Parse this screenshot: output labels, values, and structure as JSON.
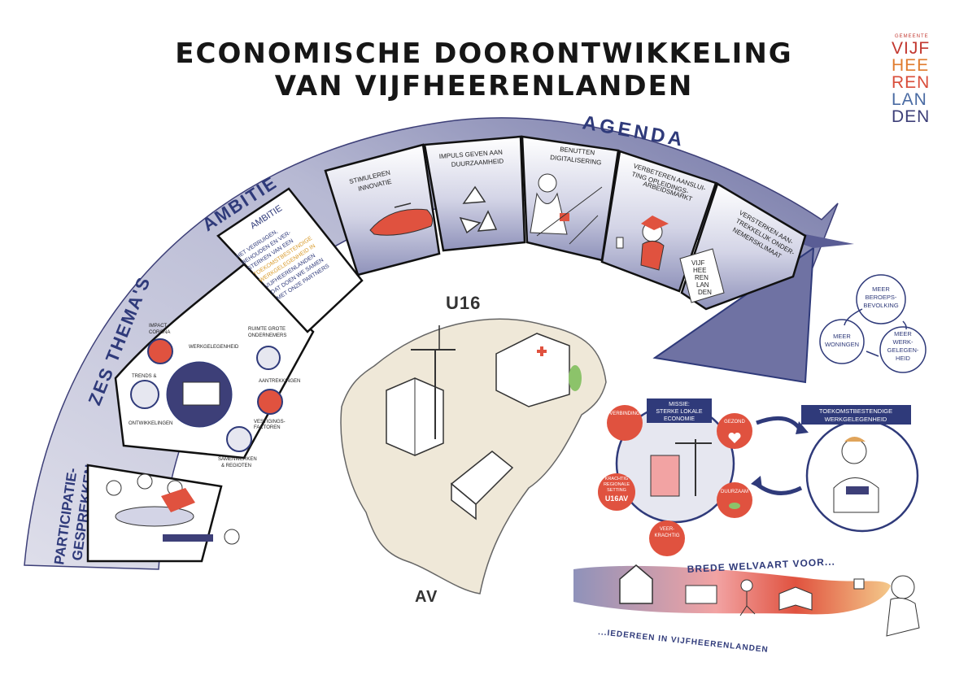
{
  "title": {
    "line1": "ECONOMISCHE DOORONTWIKKELING",
    "line2": "VAN VIJFHEERENLANDEN"
  },
  "logo": {
    "small": "GEMEENTE",
    "lines": [
      "VIJF",
      "HEE",
      "REN",
      "LAN",
      "DEN"
    ],
    "colors": [
      "#c2372f",
      "#e07b2d",
      "#d94d3a",
      "#4a6ba3",
      "#3d3f78"
    ]
  },
  "arc_labels": {
    "participatie": [
      "PARTICIPATIE-",
      "GESPREKKEN"
    ],
    "themas": "ZES THEMA'S",
    "ambitie": "AMBITIE",
    "agenda": "AGENDA"
  },
  "ambitie_card": {
    "heading": "AMBITIE",
    "lines": [
      "HET VERRUIGEN,",
      "BEHOUDEN EN VER-",
      "STERKEN VAN EEN",
      "TOEKOMSTBESTENDIGE",
      "WERKGELEGENHEID IN",
      "VIJFHEERENLANDEN",
      "DAT DOEN WE SAMEN",
      "MET ONZE PARTNERS"
    ]
  },
  "themas": {
    "center": "WERKGELEGENHEID",
    "impact": [
      "IMPACT",
      "CORONA"
    ],
    "trends": [
      "TRENDS &"
    ],
    "ontwikkelingen": "ONTWIKKELINGEN",
    "ruimte": [
      "RUIMTE GROTE",
      "ONDERNEMERS"
    ],
    "aantrekkingen": "AANTREKKINGEN",
    "vestiging": [
      "VESTIGINGS-",
      "FACTOREN"
    ],
    "samenwerken": [
      "SAMENWERKEN",
      "& REGIOTEN"
    ]
  },
  "agenda_cards": [
    {
      "lines": [
        "STIMULEREN",
        "INNOVATIE"
      ]
    },
    {
      "lines": [
        "IMPULS GEVEN AAN",
        "DUURZAAMHEID"
      ]
    },
    {
      "lines": [
        "BENUTTEN",
        "DIGITALISERING"
      ]
    },
    {
      "lines": [
        "VERBETEREN AANSLUI-",
        "TING OPLEIDINGS-",
        "ARBEIDSMARKT"
      ]
    },
    {
      "lines": [
        "VERSTERKEN AAN-",
        "TREKKELIJK ONDER-",
        "NEMERSKLIMAAT"
      ]
    }
  ],
  "map": {
    "u16": "U16",
    "av": "AV"
  },
  "cycle": {
    "top": [
      "MEER",
      "BEROEPS-",
      "BEVOLKING"
    ],
    "left": [
      "MEER",
      "WONINGEN"
    ],
    "right": [
      "MEER",
      "WERK-",
      "GELEGEN-",
      "HEID"
    ]
  },
  "missie": {
    "label": [
      "MISSIE:",
      "STERKE LOKALE",
      "ECONOMIE"
    ],
    "verbinding": "VERBINDING",
    "gezond": "GEZOND",
    "krachtig": [
      "KRACHTIG",
      "REGIONALE",
      "SETTING"
    ],
    "u16av": "U16AV",
    "duurzaam": "DUURZAAM",
    "veerkrachtig": [
      "VEER-",
      "KRACHTIG"
    ]
  },
  "toekomst": {
    "label": [
      "TOEKOMSTBESTENDIGE",
      "WERKGELEGENHEID"
    ]
  },
  "welvaart": {
    "top": "BREDE WELVAART VOOR...",
    "bottom": "...IEDEREEN IN VIJFHEERENLANDEN"
  },
  "sign_text": [
    "VIJF",
    "HEE",
    "REN",
    "LAN",
    "DEN"
  ],
  "colors": {
    "navy": "#2f3a7a",
    "arc": "#c9c9dd",
    "red": "#e0523f",
    "sand": "#efe8d8",
    "beige": "#e6d8bf"
  }
}
